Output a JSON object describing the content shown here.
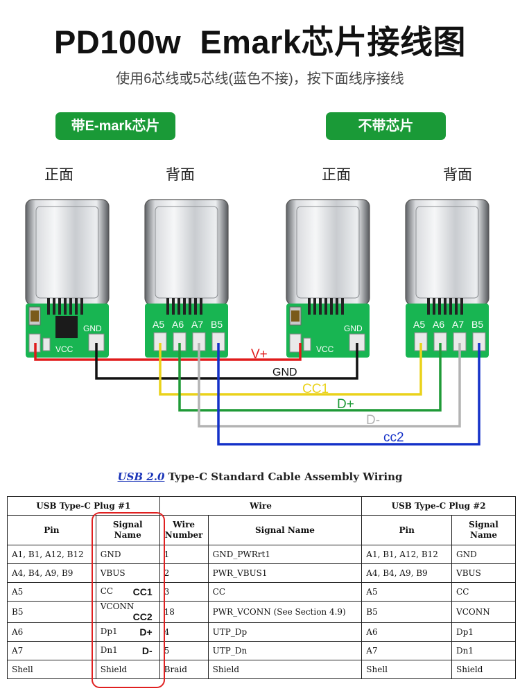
{
  "header": {
    "title": "PD100w  Emark芯片接线图",
    "subtitle": "使用6芯线或5芯线(蓝色不接)，按下面线序接线"
  },
  "badges": {
    "emark": "带E-mark芯片",
    "no_chip": "不带芯片"
  },
  "side_labels": {
    "front": "正面",
    "back": "背面"
  },
  "board_labels": {
    "gnd": "GND",
    "vcc": "VCC"
  },
  "pin_labels": [
    "A5",
    "A6",
    "A7",
    "B5"
  ],
  "wires": [
    {
      "label": "V+",
      "color": "#e01b1b"
    },
    {
      "label": "GND",
      "color": "#111111"
    },
    {
      "label": "CC1",
      "color": "#ead21a"
    },
    {
      "label": "D+",
      "color": "#1f9a37"
    },
    {
      "label": "D-",
      "color": "#b3b3b3"
    },
    {
      "label": "cc2",
      "color": "#1431c8"
    }
  ],
  "table": {
    "caption_link": "USB 2.0",
    "caption_rest": " Type-C Standard Cable Assembly Wiring",
    "group_headers": [
      "USB Type-C Plug #1",
      "Wire",
      "USB Type-C Plug #2"
    ],
    "column_headers": [
      "Pin",
      "Signal Name",
      "Wire Number",
      "Signal Name",
      "Pin",
      "Signal Name"
    ],
    "rows": [
      {
        "pin1": "A1, B1, A12, B12",
        "sig1": "GND",
        "note": "",
        "wire_no": "1",
        "wire_sig": "GND_PWRrt1",
        "pin2": "A1, B1, A12, B12",
        "sig2": "GND"
      },
      {
        "pin1": "A4, B4, A9, B9",
        "sig1": "VBUS",
        "note": "",
        "wire_no": "2",
        "wire_sig": "PWR_VBUS1",
        "pin2": "A4, B4, A9, B9",
        "sig2": "VBUS"
      },
      {
        "pin1": "A5",
        "sig1": "CC",
        "note": "CC1",
        "wire_no": "3",
        "wire_sig": "CC",
        "pin2": "A5",
        "sig2": "CC"
      },
      {
        "pin1": "B5",
        "sig1": "VCONN",
        "note": "CC2",
        "wire_no": "18",
        "wire_sig": "PWR_VCONN (See Section 4.9)",
        "pin2": "B5",
        "sig2": "VCONN"
      },
      {
        "pin1": "A6",
        "sig1": "Dp1",
        "note": "D+",
        "wire_no": "4",
        "wire_sig": "UTP_Dp",
        "pin2": "A6",
        "sig2": "Dp1"
      },
      {
        "pin1": "A7",
        "sig1": "Dn1",
        "note": "D-",
        "wire_no": "5",
        "wire_sig": "UTP_Dn",
        "pin2": "A7",
        "sig2": "Dn1"
      },
      {
        "pin1": "Shell",
        "sig1": "Shield",
        "note": "",
        "wire_no": "Braid",
        "wire_sig": "Shield",
        "pin2": "Shell",
        "sig2": "Shield"
      }
    ]
  }
}
